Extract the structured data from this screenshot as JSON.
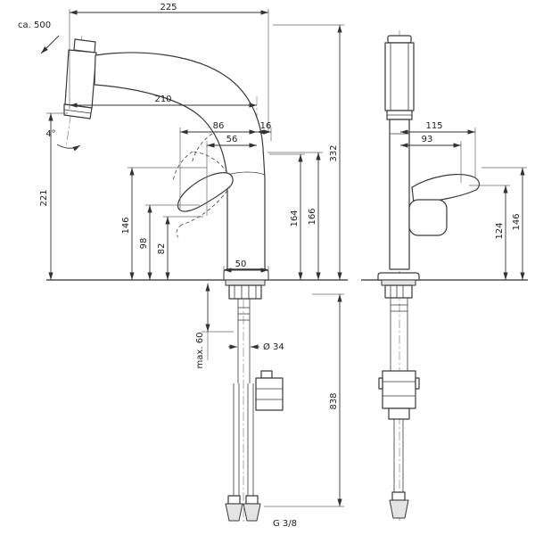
{
  "page": {
    "background": "#ffffff",
    "line_color": "#3a3a3a"
  },
  "drawing": {
    "labels": {
      "w225": "225",
      "ca500": "ca. 500",
      "w210": "210",
      "w86": "86",
      "w16": "16",
      "w56": "56",
      "a4": "4°",
      "h332": "332",
      "h221": "221",
      "h164": "164",
      "h166": "166",
      "h146_left": "146",
      "h98": "98",
      "h82": "82",
      "w50": "50",
      "max60": "max. 60",
      "dia34": "Ø 34",
      "h838": "838",
      "w115": "115",
      "w93": "93",
      "h124": "124",
      "h146_right": "146",
      "thread": "G 3/8"
    }
  }
}
